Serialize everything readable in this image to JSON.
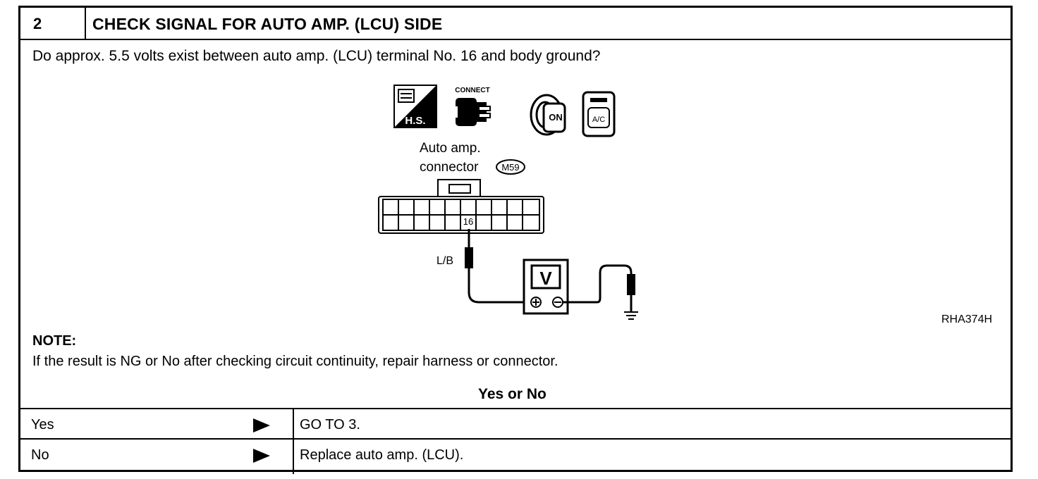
{
  "step": {
    "number": "2",
    "title": "CHECK SIGNAL FOR AUTO AMP. (LCU) SIDE"
  },
  "question": "Do approx. 5.5 volts exist between auto amp. (LCU) terminal No. 16 and body ground?",
  "figure": {
    "icons": [
      "wrench-hs-icon",
      "connect-icon",
      "ignition-key-on-icon",
      "ac-switch-icon"
    ],
    "icon_labels": {
      "hs": "H.S.",
      "connect": "CONNECT",
      "on": "ON",
      "ac": "A/C"
    },
    "connector_label_line1": "Auto amp.",
    "connector_label_line2": "connector",
    "connector_id": "M59",
    "terminal": "16",
    "wire_color": "L/B",
    "meter_symbol": "V",
    "figure_code": "RHA374H"
  },
  "note": {
    "heading": "NOTE:",
    "text": "If the result is NG or No after checking circuit continuity, repair harness or connector."
  },
  "decision_label": "Yes or No",
  "results": [
    {
      "answer": "Yes",
      "action": "GO TO 3."
    },
    {
      "answer": "No",
      "action": "Replace auto amp. (LCU)."
    }
  ]
}
